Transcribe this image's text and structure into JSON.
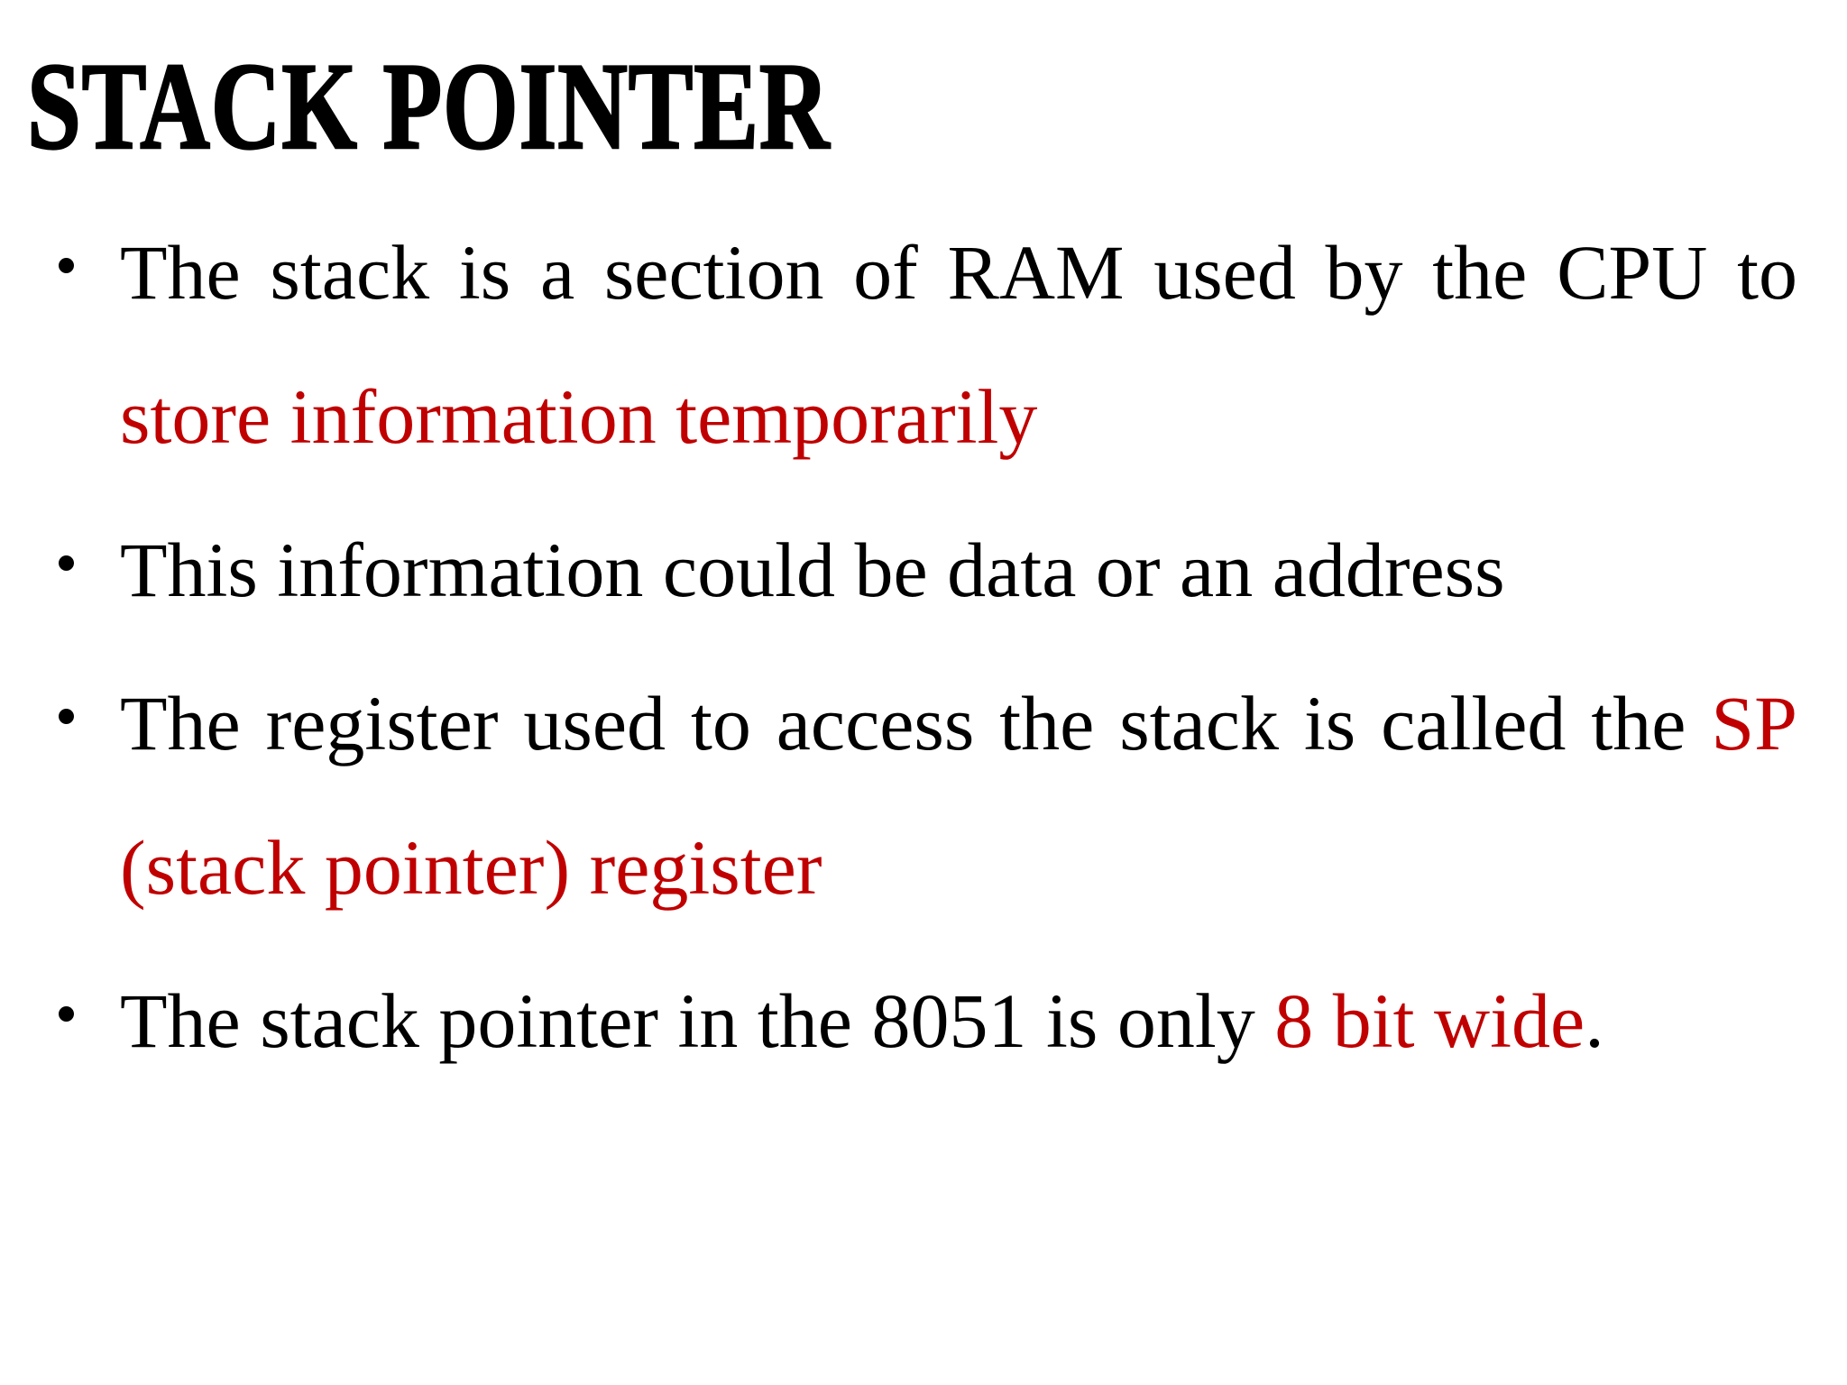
{
  "title": "STACK POINTER",
  "colors": {
    "background": "#FFFFFF",
    "text": "#000000",
    "accent": "#C00000"
  },
  "bullets": [
    {
      "lines": [
        {
          "justify": true,
          "segments": [
            {
              "text": "The stack is a section of RAM used by the CPU to",
              "color": "black"
            }
          ]
        },
        {
          "justify": false,
          "segments": [
            {
              "text": "store information temporarily",
              "color": "red"
            }
          ]
        }
      ]
    },
    {
      "lines": [
        {
          "justify": false,
          "segments": [
            {
              "text": "This information could be data or an address",
              "color": "black"
            }
          ]
        }
      ]
    },
    {
      "lines": [
        {
          "justify": true,
          "segments": [
            {
              "text": "The register used to access the stack is called the ",
              "color": "black"
            },
            {
              "text": "SP",
              "color": "red"
            }
          ]
        },
        {
          "justify": false,
          "segments": [
            {
              "text": "(stack pointer) register",
              "color": "red"
            }
          ]
        }
      ]
    },
    {
      "lines": [
        {
          "justify": false,
          "segments": [
            {
              "text": "The stack pointer in the 8051 is only ",
              "color": "black"
            },
            {
              "text": "8 bit wide",
              "color": "red"
            },
            {
              "text": ".",
              "color": "black"
            }
          ]
        }
      ]
    }
  ]
}
